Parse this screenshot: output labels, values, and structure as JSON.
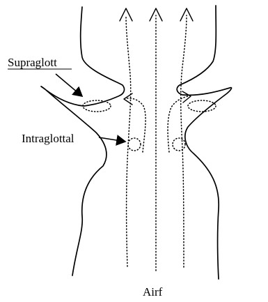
{
  "labels": {
    "supraglottal": "Supraglott",
    "intraglottal": "Intraglottal",
    "airflow": "Airf"
  }
}
